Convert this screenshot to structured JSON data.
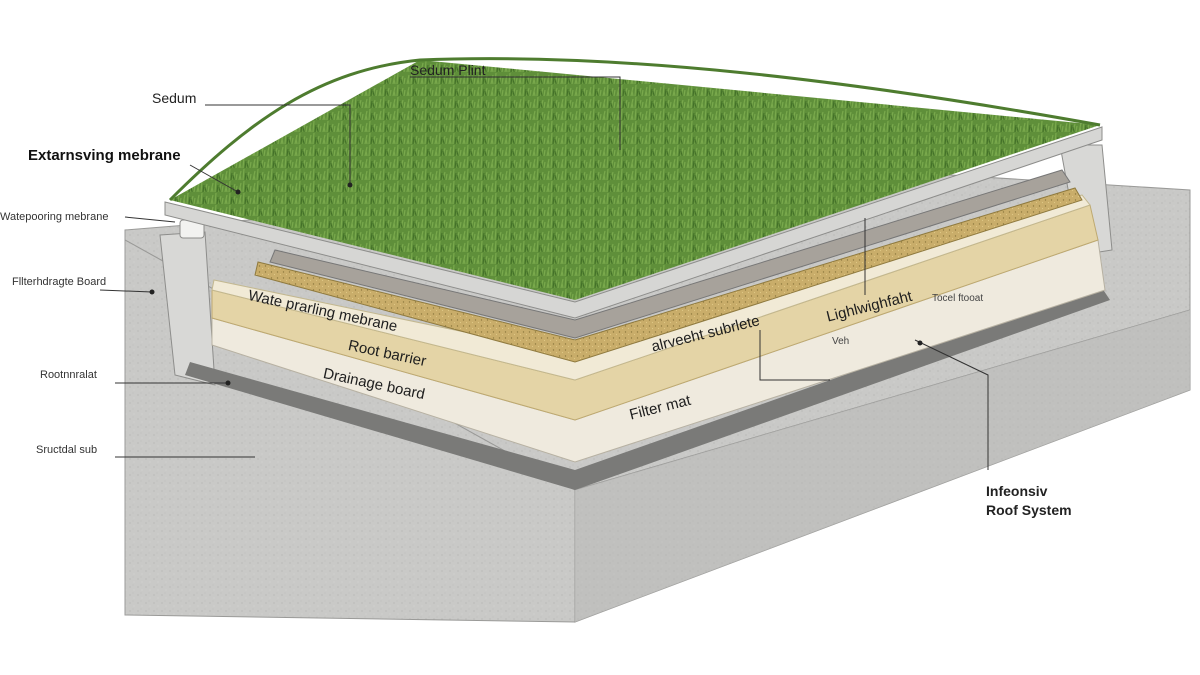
{
  "labels": {
    "sedum_plint": "Sedum Plint",
    "sedum": "Sedum",
    "extarnsving": "Extarnsving mebrane",
    "watepooring": "Watepooring mebrane",
    "alternate_board": "Fllterhdragte Board",
    "root_mat": "Rootnnralat",
    "structural_slab": "Sructdal sub",
    "waterproofing_layer": "Wate prarling mebrane",
    "root_barrier": "Root barrier",
    "drainage_board": "Drainage board",
    "substrate": "alrveeht subrlete",
    "lightweight": "Lighlwighfaht",
    "filter_mat": "Filter mat",
    "veh": "Veh",
    "top_right": "Tocel ftooat",
    "system_line1": "Infeonsiv",
    "system_line2": "Roof System"
  },
  "colors": {
    "grass": "#5f8f3a",
    "concrete": "#c9c9c7",
    "cream_layer": "#efeade",
    "tan_layer": "#e4d4a6",
    "substrate": "#c9ad6a",
    "membrane": "#a7a29b"
  }
}
